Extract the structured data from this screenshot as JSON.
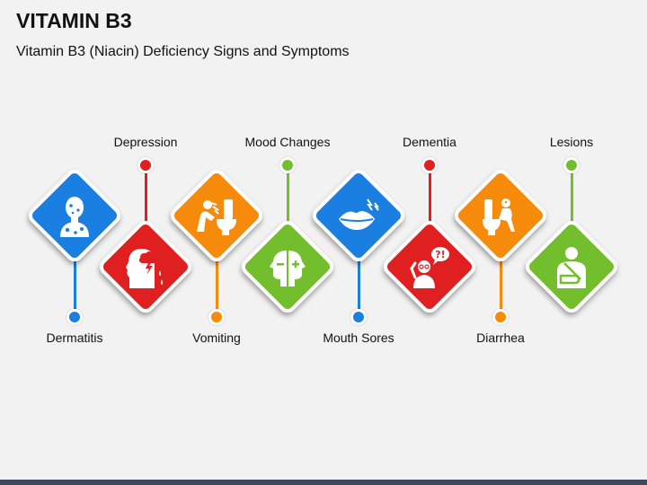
{
  "header": {
    "title": "VITAMIN B3",
    "subtitle": "Vitamin B3 (Niacin) Deficiency Signs and Symptoms"
  },
  "items": [
    {
      "label": "Dermatitis",
      "color": "#1a7fe0",
      "icon": "skin-rash-icon"
    },
    {
      "label": "Depression",
      "color": "#e02020",
      "icon": "head-storm-cloud-icon"
    },
    {
      "label": "Vomiting",
      "color": "#f68a0a",
      "icon": "vomiting-person-icon"
    },
    {
      "label": "Mood Changes",
      "color": "#72be2c",
      "icon": "two-faces-plus-minus-icon"
    },
    {
      "label": "Mouth Sores",
      "color": "#1a7fe0",
      "icon": "lips-pain-icon"
    },
    {
      "label": "Dementia",
      "color": "#e02020",
      "icon": "confused-person-icon"
    },
    {
      "label": "Diarrhea",
      "color": "#f68a0a",
      "icon": "person-on-toilet-icon"
    },
    {
      "label": "Lesions",
      "color": "#72be2c",
      "icon": "person-arm-sling-icon"
    }
  ]
}
